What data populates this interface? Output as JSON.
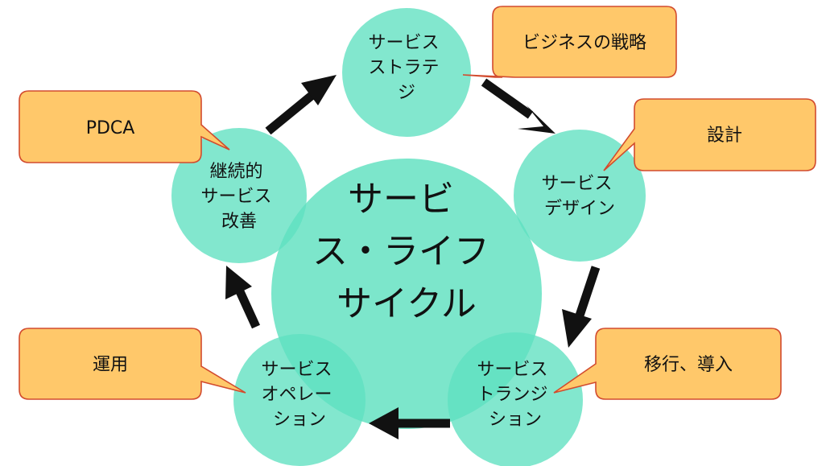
{
  "diagram": {
    "center": {
      "lines": [
        "サービ",
        "ス・ライフ",
        "サイクル"
      ]
    },
    "stages": [
      {
        "id": "strategy",
        "lines": [
          "サービス",
          "ストラテ",
          "ジ"
        ]
      },
      {
        "id": "design",
        "lines": [
          "サービス",
          "デザイン"
        ]
      },
      {
        "id": "transition",
        "lines": [
          "サービス",
          "トランジ",
          "ション"
        ]
      },
      {
        "id": "operation",
        "lines": [
          "サービス",
          "オペレー",
          "ション"
        ]
      },
      {
        "id": "improvement",
        "lines": [
          "継続的",
          "サービス",
          "改善"
        ]
      }
    ],
    "callouts": [
      {
        "id": "strategy",
        "text": "ビジネスの戦略"
      },
      {
        "id": "design",
        "text": "設計"
      },
      {
        "id": "transition",
        "text": "移行、導入"
      },
      {
        "id": "operation",
        "text": "運用"
      },
      {
        "id": "improvement",
        "text": "PDCA"
      }
    ],
    "colors": {
      "circle": "#5fe0c0",
      "callout_fill": "#ffc86a",
      "callout_border": "#d24b2e",
      "arrow": "#111111"
    }
  }
}
